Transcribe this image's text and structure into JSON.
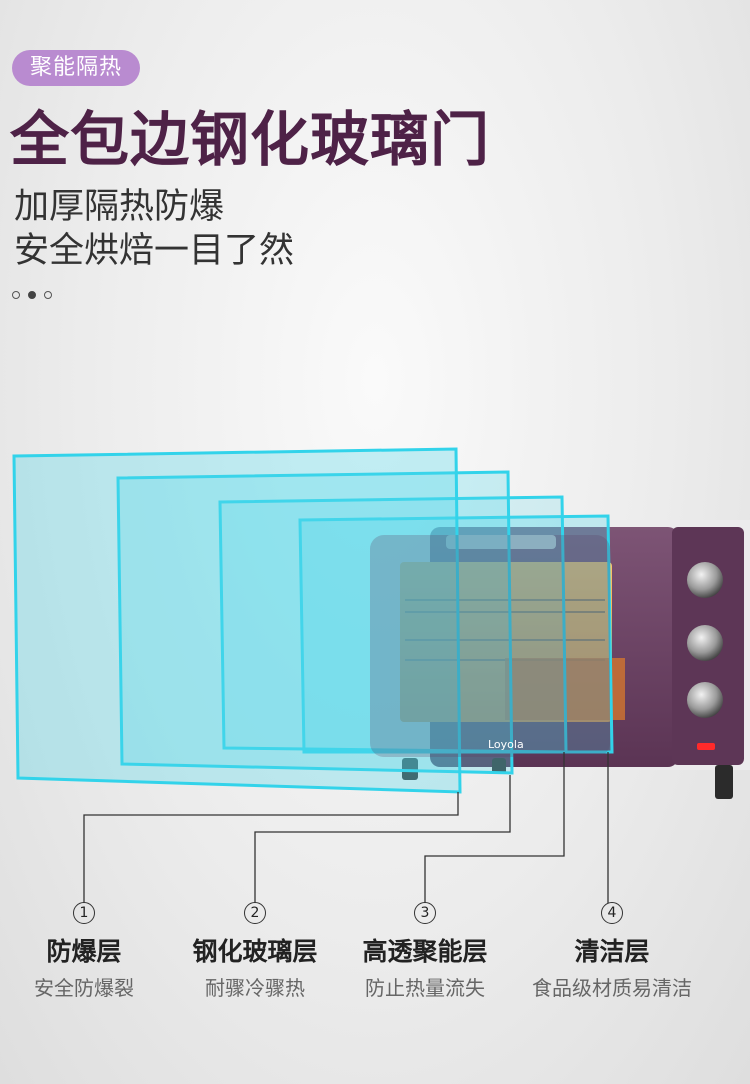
{
  "tag": "聚能隔热",
  "headline": "全包边钢化玻璃门",
  "subline1": "加厚隔热防爆",
  "subline2": "安全烘焙一目了然",
  "brand_logo": "Loyola",
  "colors": {
    "tag_bg": "#b98bd0",
    "headline": "#4e2247",
    "glass": "#4fd6ea",
    "oven_body": "#6f4767"
  },
  "layers": [
    {
      "number": "1",
      "name": "防爆层",
      "description": "安全防爆裂"
    },
    {
      "number": "2",
      "name": "钢化玻璃层",
      "description": "耐骤冷骤热"
    },
    {
      "number": "3",
      "name": "高透聚能层",
      "description": "防止热量流失"
    },
    {
      "number": "4",
      "name": "清洁层",
      "description": "食品级材质易清洁"
    }
  ]
}
